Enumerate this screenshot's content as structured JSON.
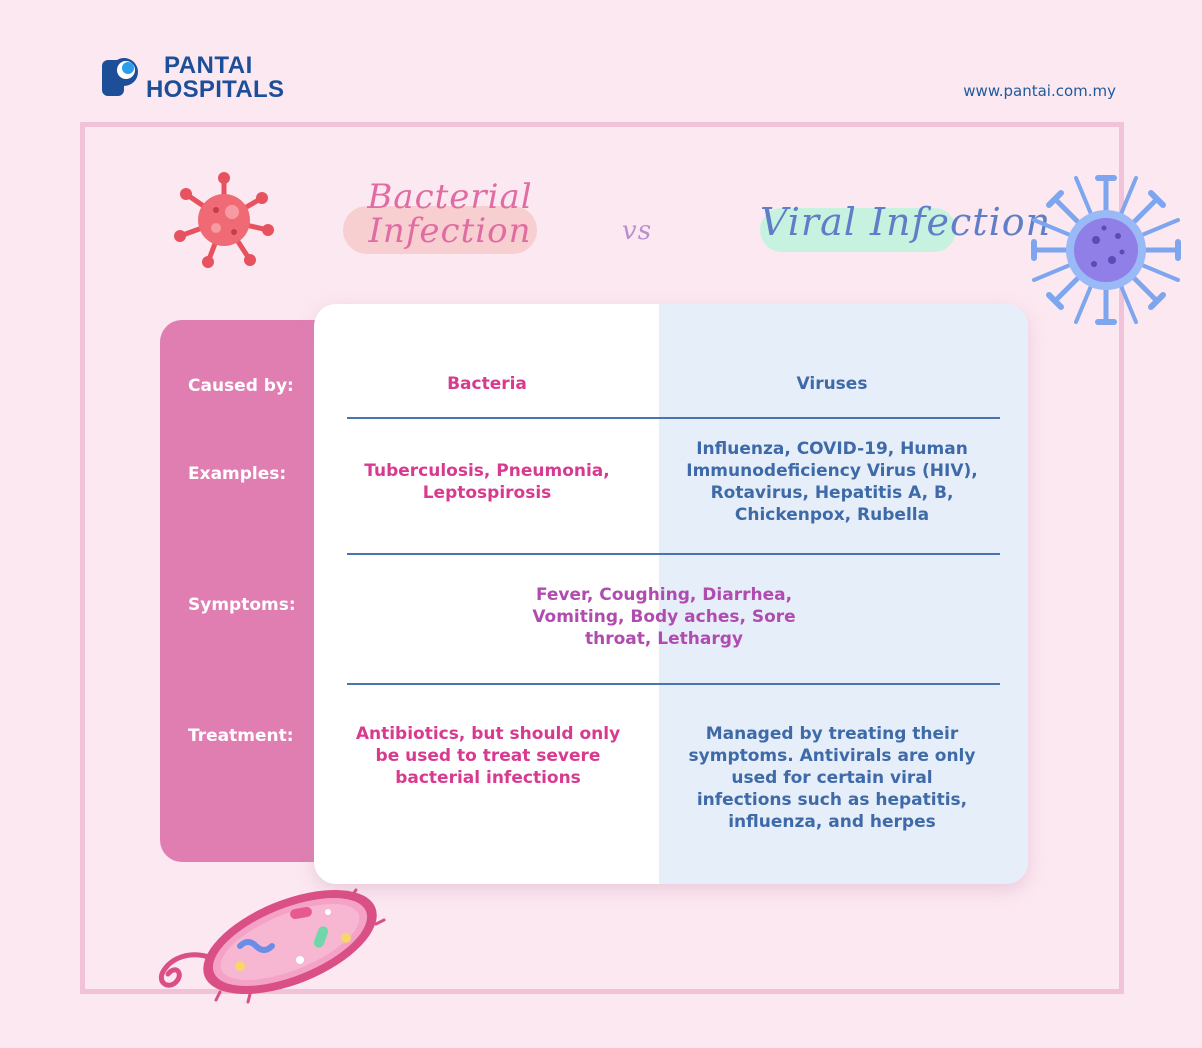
{
  "header": {
    "logo_line1": "PANTAI",
    "logo_line2": "HOSPITALS",
    "website": "www.pantai.com.my"
  },
  "titles": {
    "bacterial_line1": "Bacterial",
    "bacterial_line2": "Infection",
    "vs": "vs",
    "viral": "Viral Infection"
  },
  "rows": [
    {
      "label": "Caused by:",
      "bacterial": "Bacteria",
      "viral": "Viruses"
    },
    {
      "label": "Examples:",
      "bacterial": "Tuberculosis, Pneumonia, Leptospirosis",
      "viral": "Influenza, COVID-19, Human Immunodeficiency Virus (HIV), Rotavirus, Hepatitis A, B, Chickenpox, Rubella"
    },
    {
      "label": "Symptoms:",
      "shared": "Fever, Coughing, Diarrhea, Vomiting, Body aches, Sore throat, Lethargy"
    },
    {
      "label": "Treatment:",
      "bacterial": "Antibiotics, but should only be used to treat severe bacterial infections",
      "viral": "Managed by treating their symptoms. Antivirals are only used for certain viral infections such as hepatitis, influenza, and herpes"
    }
  ],
  "colors": {
    "background": "#fce8f1",
    "frame": "#f2c2d8",
    "label_panel": "#e07eb1",
    "bacterial_text": "#d83a8f",
    "viral_text": "#3f6aa8",
    "shared_text": "#b04bb0",
    "viral_column": "#e6eef9",
    "brand_blue": "#1c4f97"
  },
  "icons": [
    "pantai-logo-icon",
    "bacteria-virus-icon",
    "virus-icon",
    "bacterium-icon"
  ]
}
